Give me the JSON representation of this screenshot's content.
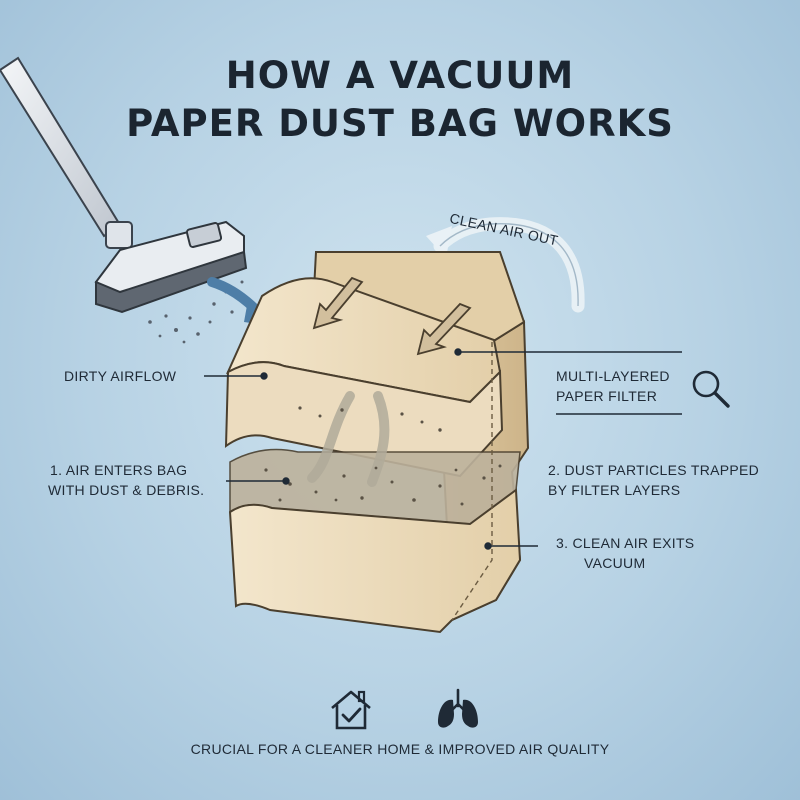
{
  "title": {
    "line1": "HOW A VACUUM",
    "line2": "PAPER DUST BAG WORKS"
  },
  "labels": {
    "clean_air_out": "CLEAN AIR OUT",
    "dirty_airflow": "DIRTY AIRFLOW",
    "filter_line1": "MULTI-LAYERED",
    "filter_line2": "PAPER FILTER",
    "step1_line1": "1. AIR ENTERS BAG",
    "step1_line2": "WITH DUST & DEBRIS.",
    "step2_line1": "2. DUST PARTICLES TRAPPED",
    "step2_line2": "BY FILTER LAYERS",
    "step3_line1": "3. CLEAN AIR EXITS",
    "step3_line2": "VACUUM"
  },
  "footer": {
    "text": "CRUCIAL FOR A CLEANER HOME & IMPROVED AIR QUALITY"
  },
  "icons": {
    "magnifier": "magnifier-icon",
    "home": "home-check-icon",
    "lungs": "lungs-icon"
  },
  "colors": {
    "background": "#b7d2e4",
    "bag_paper": "#ecdcc0",
    "bag_shadow": "#d8c39e",
    "dust_layer": "#bdb29c",
    "text": "#1d2733"
  }
}
